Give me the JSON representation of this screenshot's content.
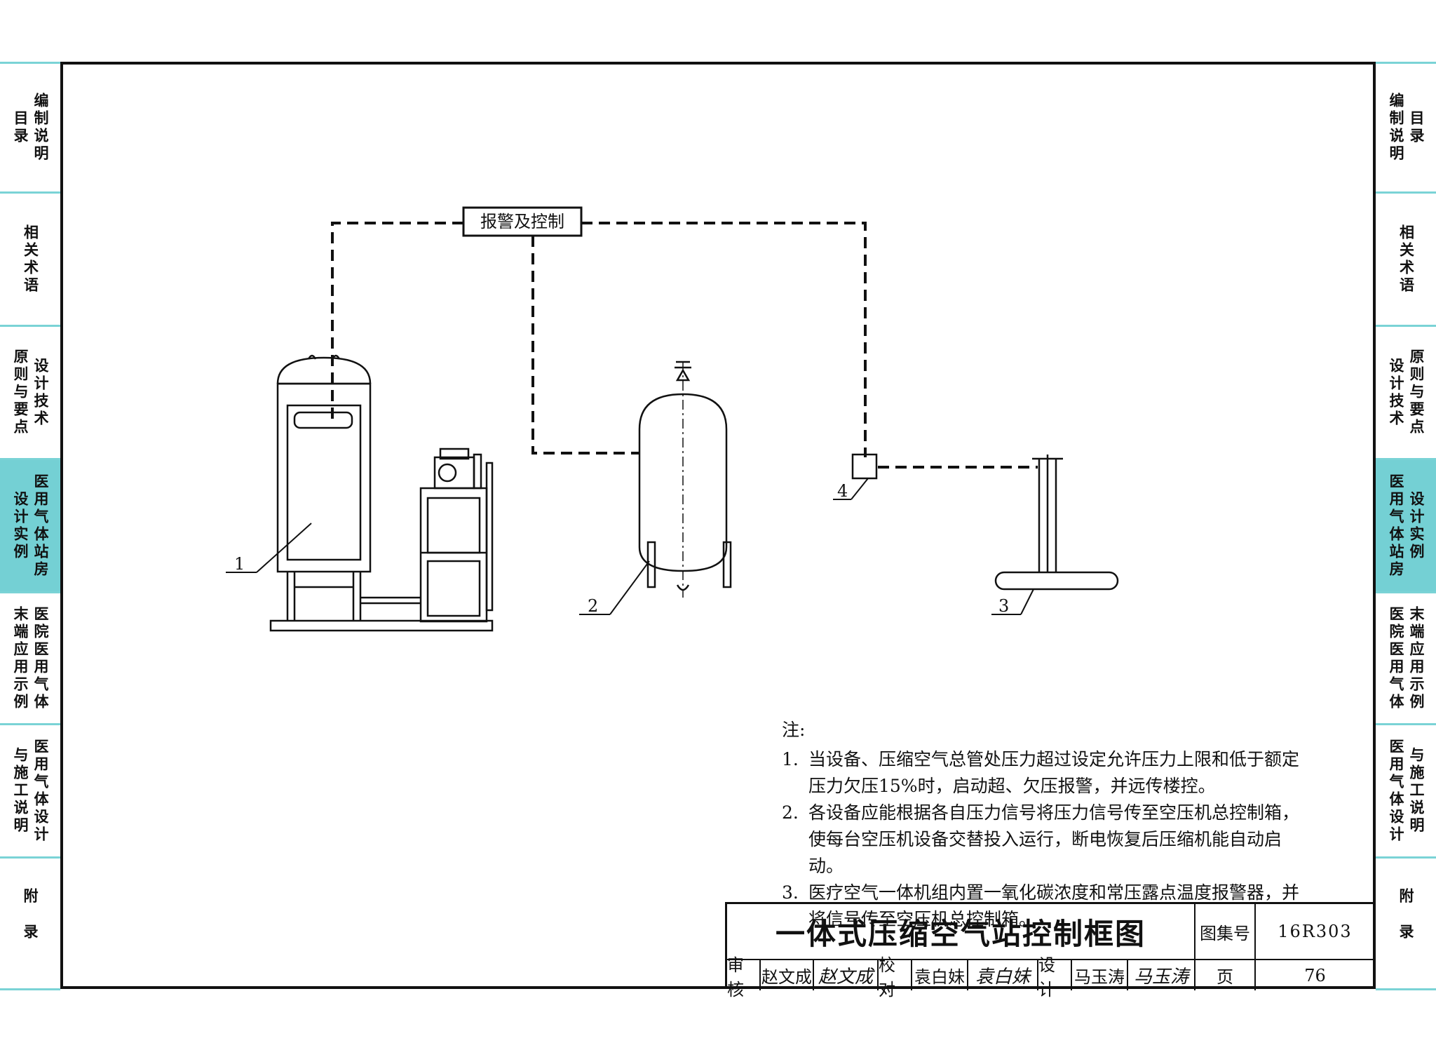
{
  "left_tabs": [
    {
      "lines": [
        "目录",
        "编制说明"
      ],
      "active": false
    },
    {
      "lines": [
        "相关术语"
      ],
      "active": false
    },
    {
      "lines": [
        "原则与要点",
        "设计技术"
      ],
      "active": false
    },
    {
      "lines": [
        "设计实例",
        "医用气体站房"
      ],
      "active": true
    },
    {
      "lines": [
        "末端应用示例",
        "医院医用气体"
      ],
      "active": false
    },
    {
      "lines": [
        "与施工说明",
        "医用气体设计"
      ],
      "active": false
    },
    {
      "lines": [
        "附录"
      ],
      "active": false
    }
  ],
  "right_tabs": [
    {
      "lines": [
        "编制说明",
        "目录"
      ],
      "active": false
    },
    {
      "lines": [
        "相关术语"
      ],
      "active": false
    },
    {
      "lines": [
        "设计技术",
        "原则与要点"
      ],
      "active": false
    },
    {
      "lines": [
        "医用气体站房",
        "设计实例"
      ],
      "active": true
    },
    {
      "lines": [
        "医院医用气体",
        "末端应用示例"
      ],
      "active": false
    },
    {
      "lines": [
        "医用气体设计",
        "与施工说明"
      ],
      "active": false
    },
    {
      "lines": [
        "附录"
      ],
      "active": false
    }
  ],
  "diagram": {
    "control_box_label": "报警及控制",
    "callouts": [
      "1",
      "2",
      "3",
      "4"
    ]
  },
  "notes": {
    "heading": "注:",
    "items": [
      {
        "num": "1.",
        "text": "当设备、压缩空气总管处压力超过设定允许压力上限和低于额定压力欠压15%时，启动超、欠压报警，并远传楼控。"
      },
      {
        "num": "2.",
        "text": "各设备应能根据各自压力信号将压力信号传至空压机总控制箱，使每台空压机设备交替投入运行，断电恢复后压缩机能自动启动。"
      },
      {
        "num": "3.",
        "text": "医疗空气一体机组内置一氧化碳浓度和常压露点温度报警器，并将信号传至空压机总控制箱。"
      }
    ]
  },
  "title_block": {
    "title": "一体式压缩空气站控制框图",
    "atlas_label": "图集号",
    "atlas_no": "16R303",
    "review_label": "审核",
    "reviewer": "赵文成",
    "review_sig": "赵文成",
    "check_label": "校对",
    "checker": "袁白妹",
    "check_sig": "袁白妹",
    "design_label": "设计",
    "designer": "马玉涛",
    "design_sig": "马玉涛",
    "page_label": "页",
    "page_no": "76"
  }
}
